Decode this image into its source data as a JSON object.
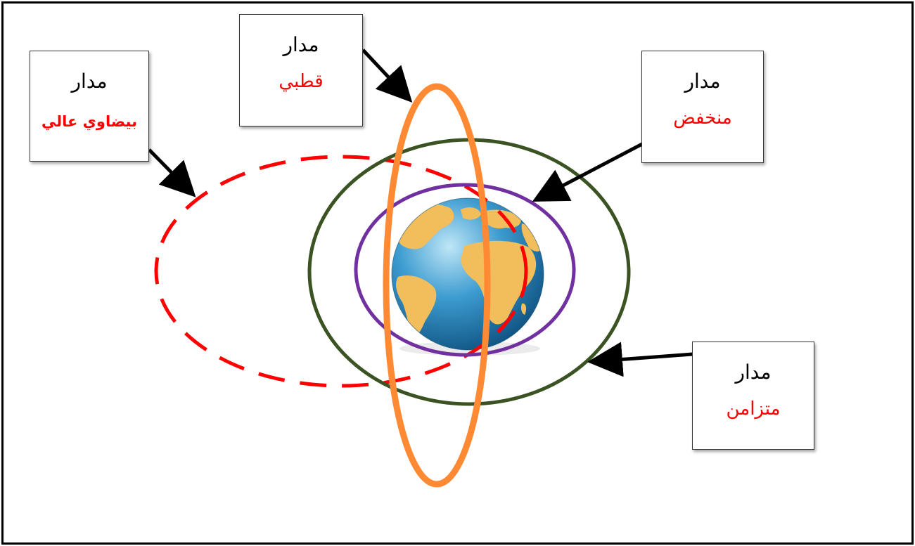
{
  "labels": {
    "high_elliptical": {
      "title": "مدار",
      "type": "بيضاوي عالي"
    },
    "polar": {
      "title": "مدار",
      "type": "قطبي"
    },
    "low": {
      "title": "مدار",
      "type": "منخفض"
    },
    "geosync": {
      "title": "مدار",
      "type": "متزامن"
    }
  },
  "colors": {
    "label_type": "#ff0000",
    "high_elliptical_orbit": "#ff0000",
    "polar_orbit": "#ff8a33",
    "low_orbit": "#7030a0",
    "geosync_orbit": "#3b5323",
    "ocean": "#1f7fb8",
    "land": "#f2bd5b",
    "arrows": "#000000"
  }
}
